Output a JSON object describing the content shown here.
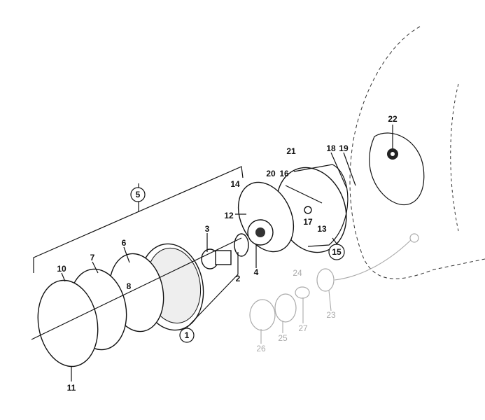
{
  "diagram": {
    "title_visible": false,
    "callouts": [
      {
        "id": "1",
        "circled": true,
        "faded": false
      },
      {
        "id": "2",
        "circled": false,
        "faded": false
      },
      {
        "id": "3",
        "circled": false,
        "faded": false
      },
      {
        "id": "4",
        "circled": false,
        "faded": false
      },
      {
        "id": "5",
        "circled": true,
        "faded": false
      },
      {
        "id": "6",
        "circled": false,
        "faded": false
      },
      {
        "id": "7",
        "circled": false,
        "faded": false
      },
      {
        "id": "8",
        "circled": false,
        "faded": false
      },
      {
        "id": "10",
        "circled": false,
        "faded": false
      },
      {
        "id": "11",
        "circled": false,
        "faded": false
      },
      {
        "id": "12",
        "circled": false,
        "faded": false
      },
      {
        "id": "13",
        "circled": false,
        "faded": false
      },
      {
        "id": "14",
        "circled": false,
        "faded": false
      },
      {
        "id": "15",
        "circled": true,
        "faded": false
      },
      {
        "id": "16",
        "circled": false,
        "faded": false
      },
      {
        "id": "17",
        "circled": false,
        "faded": false
      },
      {
        "id": "18",
        "circled": false,
        "faded": false
      },
      {
        "id": "19",
        "circled": false,
        "faded": false
      },
      {
        "id": "20",
        "circled": false,
        "faded": false
      },
      {
        "id": "21",
        "circled": false,
        "faded": false
      },
      {
        "id": "22",
        "circled": false,
        "faded": false
      },
      {
        "id": "23",
        "circled": false,
        "faded": true
      },
      {
        "id": "24",
        "circled": false,
        "faded": true
      },
      {
        "id": "25",
        "circled": false,
        "faded": true
      },
      {
        "id": "26",
        "circled": false,
        "faded": true
      },
      {
        "id": "27",
        "circled": false,
        "faded": true
      }
    ]
  }
}
